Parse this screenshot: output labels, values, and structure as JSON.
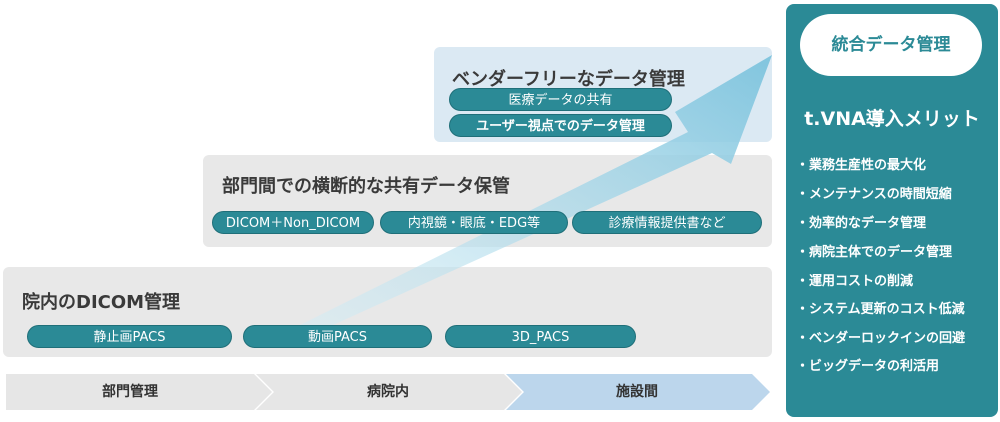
{
  "tiers": {
    "tier1": {
      "title": "院内のDICOM管理",
      "pills": [
        "静止画PACS",
        "動画PACS",
        "3D_PACS"
      ]
    },
    "tier2": {
      "title": "部門間での横断的な共有データ保管",
      "pills": [
        "DICOM＋Non_DICOM",
        "内視鏡・眼底・EDG等",
        "診療情報提供書など"
      ]
    },
    "tier3": {
      "title": "ベンダーフリーなデータ管理",
      "pills": [
        "医療データの共有",
        "ユーザー視点でのデータ管理"
      ]
    }
  },
  "stages": [
    "部門管理",
    "病院内",
    "施設間"
  ],
  "panel": {
    "badge": "統合データ管理",
    "heading": "t.VNA導入メリット",
    "bullet": "・",
    "merits": [
      "業務生産性の最大化",
      "メンテナンスの時間短縮",
      "効率的なデータ管理",
      "病院主体でのデータ管理",
      "運用コストの削減",
      "システム更新のコスト低減",
      "ベンダーロックインの回避",
      "ビッグデータの利活用"
    ]
  },
  "colors": {
    "teal": "#2b8a96",
    "tier_gray": "#e8e8e8",
    "tier3_blue": "#dbe9f3",
    "stage_gray": "#e6e6e6",
    "stage_blue": "#bcd6ec",
    "arrow": "#9fd3e6"
  }
}
